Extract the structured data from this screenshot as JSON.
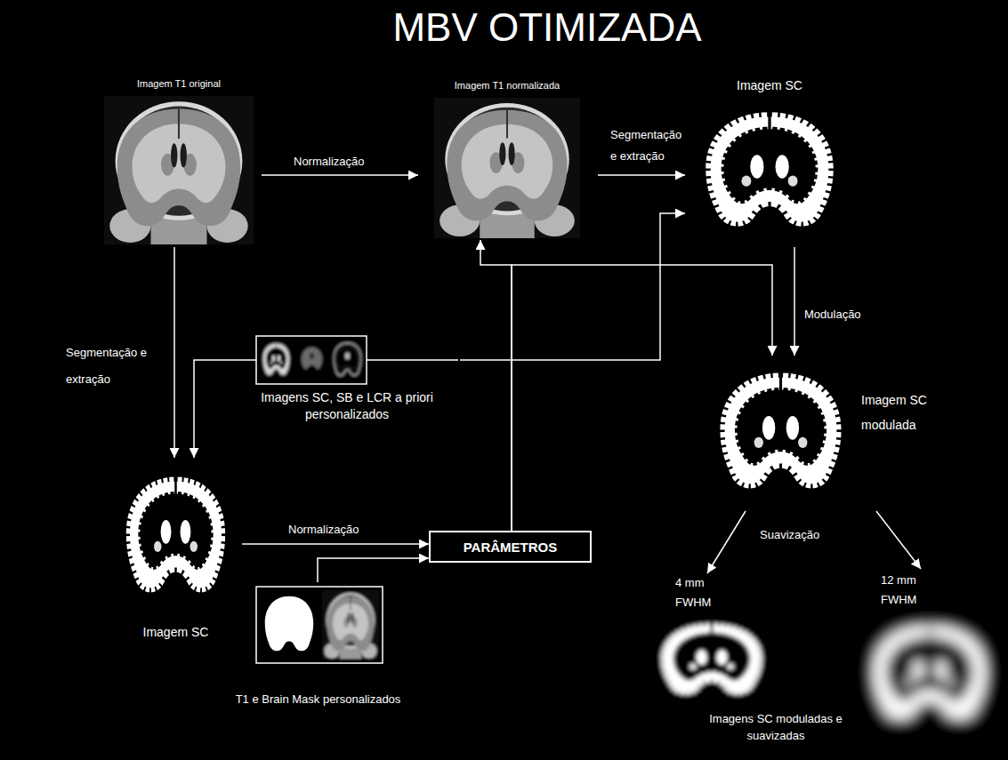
{
  "diagram": {
    "title": "MBV OTIMIZADA",
    "nodes": [
      {
        "text": [
          "Imagem T1 original"
        ]
      },
      {
        "text": [
          "Imagem T1 normalizada"
        ]
      },
      {
        "text": [
          "Imagem SC"
        ]
      },
      {
        "text": [
          "Imagens SC, SB e LCR a priori personalizados"
        ]
      },
      {
        "text": [
          "Imagem SC modulada"
        ]
      },
      {
        "text": [
          "Imagem SC"
        ]
      },
      {
        "text": [
          "PARÂMETROS"
        ]
      },
      {
        "text": [
          "T1 e Brain Mask personalizados"
        ]
      },
      {
        "text": [
          "4 mm FWHM"
        ]
      },
      {
        "text": [
          "12 mm FWHM"
        ]
      }
    ],
    "edges": [
      {
        "from": 0,
        "to": 1,
        "label": "Normalização",
        "arrow": "to"
      },
      {
        "from": 1,
        "to": 2,
        "label": "Segmentação e extração",
        "arrow": "to"
      },
      {
        "from": 2,
        "to": 4,
        "label": "Modulação",
        "arrow": "to"
      },
      {
        "from": 0,
        "to": 5,
        "label": "Segmentação e extração",
        "arrow": "to"
      },
      {
        "from": 3,
        "to": 5,
        "arrow": "to"
      },
      {
        "from": 3,
        "to": 2,
        "arrow": "to"
      },
      {
        "from": 5,
        "to": 6,
        "label": "Normalização",
        "arrow": "to"
      },
      {
        "from": 7,
        "to": 6,
        "arrow": "to"
      },
      {
        "from": 6,
        "to": 1,
        "arrow": "to"
      },
      {
        "from": 6,
        "to": 4,
        "arrow": "to"
      },
      {
        "from": 4,
        "to": 8,
        "arrow": "to"
      },
      {
        "from": 4,
        "to": 9,
        "arrow": "to"
      }
    ],
    "labels": [
      "Suavização",
      "Imagens SC moduladas e suavizadas"
    ]
  }
}
